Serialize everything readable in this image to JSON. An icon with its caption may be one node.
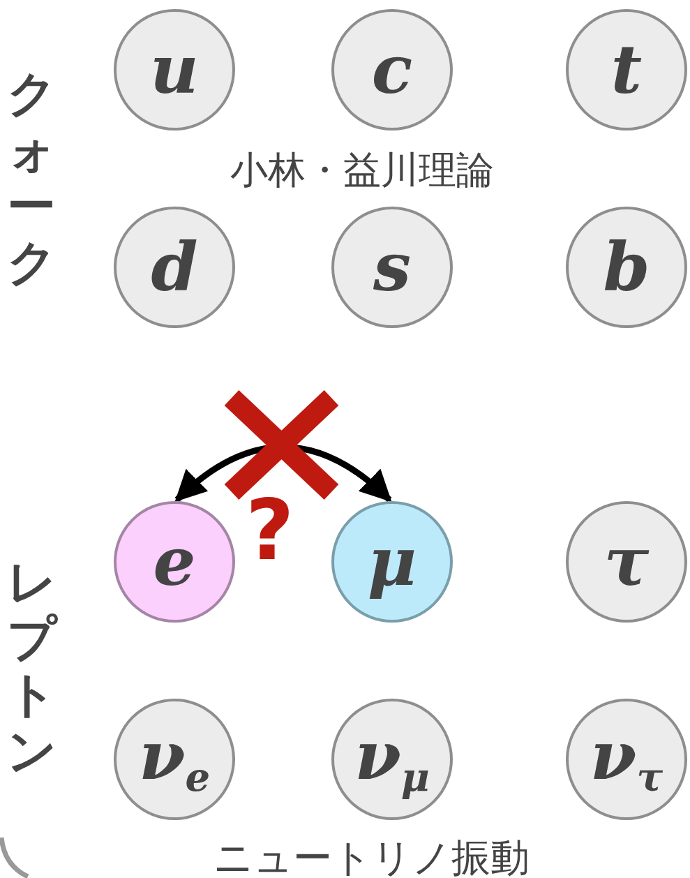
{
  "diagram": {
    "nodes": [
      {
        "text": [
          "u"
        ]
      },
      {
        "text": [
          "c"
        ]
      },
      {
        "text": [
          "t"
        ]
      },
      {
        "text": [
          "d"
        ]
      },
      {
        "text": [
          "s"
        ]
      },
      {
        "text": [
          "b"
        ]
      },
      {
        "text": [
          "e"
        ]
      },
      {
        "text": [
          "μ"
        ]
      },
      {
        "text": [
          "τ"
        ]
      },
      {
        "text": [
          "ν$_{e}$"
        ]
      },
      {
        "text": [
          "ν$_{μ}$"
        ]
      },
      {
        "text": [
          "ν$_{τ}$"
        ]
      }
    ],
    "edges": [
      {
        "from": 6,
        "to": 7,
        "arrow": "both"
      }
    ],
    "labels": [
      "クォーク",
      "小林・益川理論",
      "?",
      "レプトン",
      "ニュートリノ振動"
    ]
  }
}
